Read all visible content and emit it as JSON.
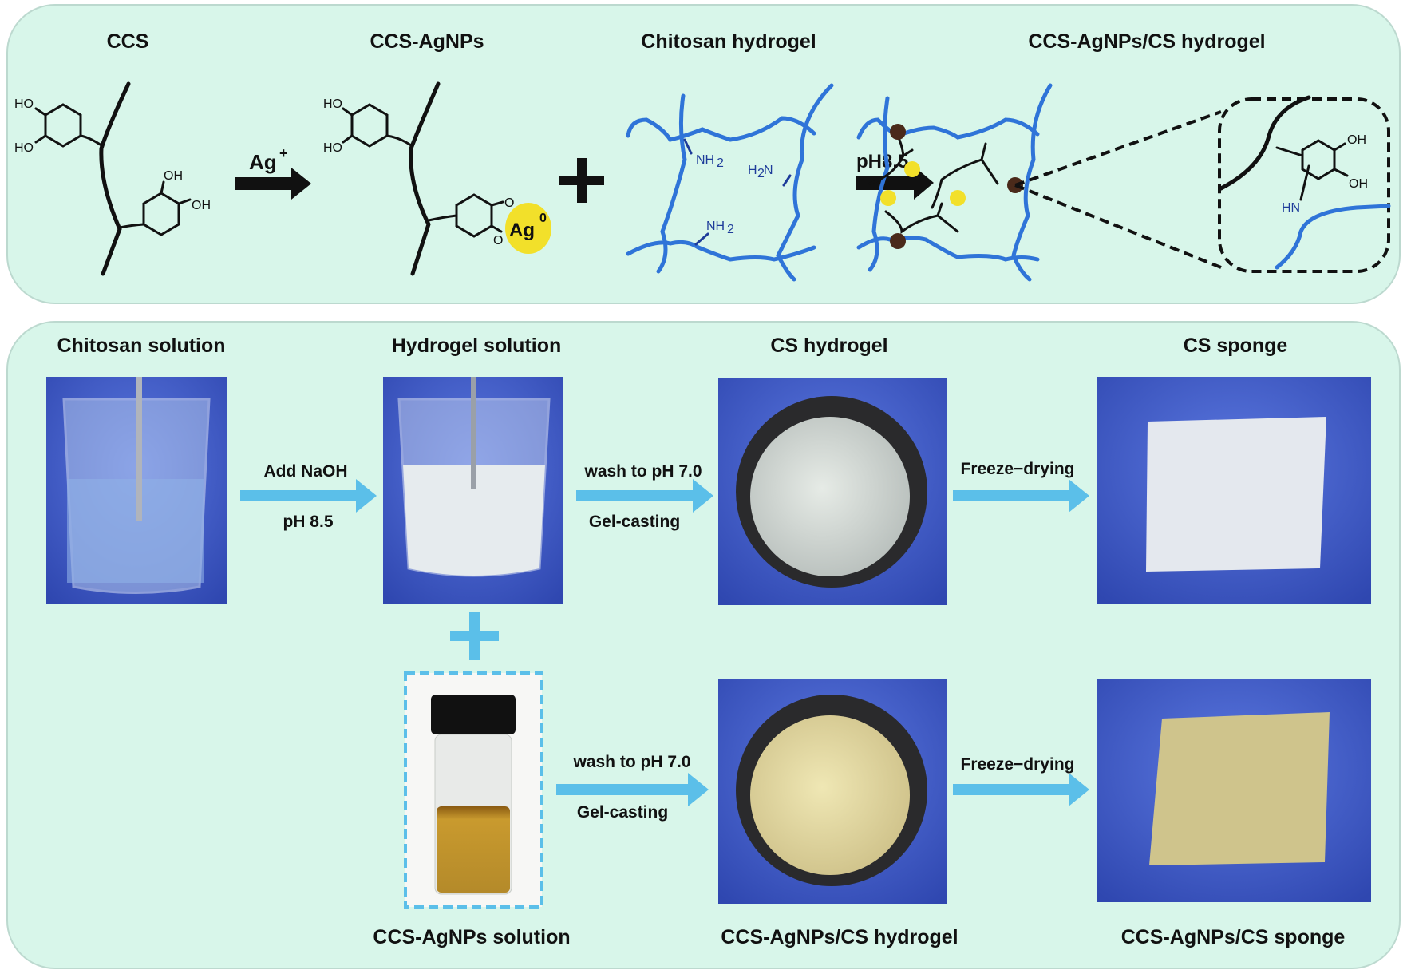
{
  "top_panel": {
    "titles": [
      "CCS",
      "CCS-AgNPs",
      "Chitosan hydrogel",
      "CCS-AgNPs/CS hydrogel"
    ],
    "arrow1_label": "Ag",
    "arrow1_sup": "+",
    "arrow2_label": "pH8.5",
    "ag0_label": "Ag",
    "ag0_sup": "0",
    "chem": {
      "ho": "HO",
      "oh": "OH",
      "o": "O",
      "nh2": "NH",
      "h2n": "H",
      "n": "N",
      "sub2": "2",
      "hn": "HN"
    }
  },
  "bottom_panel": {
    "top_titles": [
      "Chitosan solution",
      "Hydrogel solution",
      "CS hydrogel",
      "CS sponge"
    ],
    "bottom_titles": [
      "CCS-AgNPs solution",
      "CCS-AgNPs/CS hydrogel",
      "CCS-AgNPs/CS sponge"
    ],
    "arrow_labels": {
      "a1_top": "Add NaOH",
      "a1_bottom": "pH 8.5",
      "a2_top": "wash to pH 7.0",
      "a2_bottom": "Gel-casting",
      "a3_top": "Freeze−drying",
      "a4_top": "wash to pH 7.0",
      "a4_bottom": "Gel-casting",
      "a5_top": "Freeze−drying"
    }
  },
  "colors": {
    "panel": "#d8f6ea",
    "arrow_blue": "#5bbfe9",
    "network_blue": "#2f74d8",
    "ag_yellow": "#f2e02a",
    "photo_bg": "#3c58c8"
  }
}
